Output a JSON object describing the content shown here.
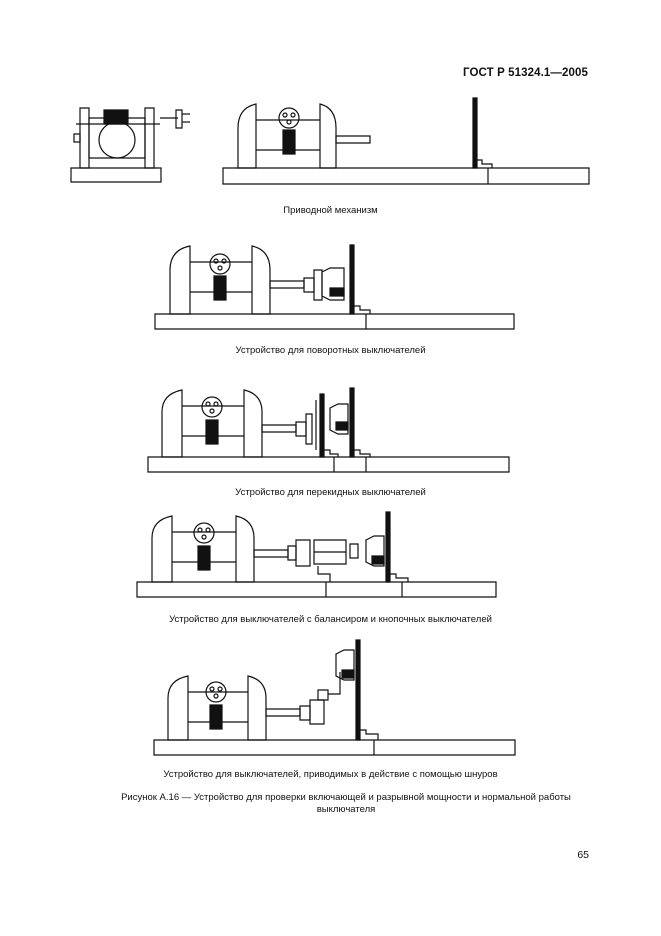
{
  "header": {
    "standard_code": "ГОСТ Р 51324.1—2005"
  },
  "captions": {
    "drive": "Приводной механизм",
    "rotary": "Устройство для поворотных выключателей",
    "toggle": "Устройство для перекидных выключателей",
    "rocker_push": "Устройство для выключателей с балансиром и кнопочных выключателей",
    "cord": "Устройство для выключателей, приводимых в действие с помощью шнуров"
  },
  "figure": {
    "title": "Рисунок А.16 — Устройство для проверки включающей и разрывной мощности и нормальной работы выключателя"
  },
  "footer": {
    "page_number": "65"
  },
  "colors": {
    "ink": "#111111",
    "paper": "#ffffff"
  }
}
